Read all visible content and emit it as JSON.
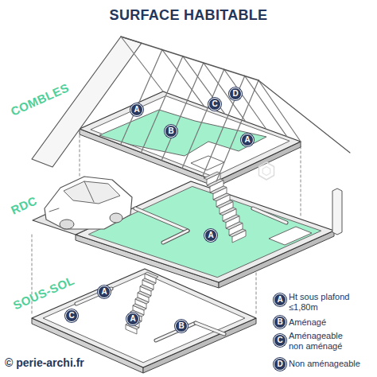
{
  "diagram": {
    "title": "SURFACE HABITABLE",
    "nodes": [
      {
        "text": [
          "A"
        ]
      },
      {
        "text": [
          "B"
        ]
      },
      {
        "text": [
          "C"
        ]
      },
      {
        "text": [
          "D"
        ]
      },
      {
        "text": [
          "A"
        ]
      },
      {
        "text": [
          "A"
        ]
      },
      {
        "text": [
          "A"
        ]
      },
      {
        "text": [
          "C"
        ]
      },
      {
        "text": [
          "A"
        ]
      },
      {
        "text": [
          "B"
        ]
      }
    ],
    "labels": [
      "COMBLES",
      "RDC",
      "SOUS-SOL",
      "A",
      "B",
      "C",
      "D",
      "© perie-archi.fr"
    ],
    "legend": [
      {
        "text": "Ht sous plafond ≤1,80m"
      },
      {
        "text": "Aménagé"
      },
      {
        "text": "Aménageable non aménagé"
      },
      {
        "text": "Non aménageable"
      }
    ]
  }
}
